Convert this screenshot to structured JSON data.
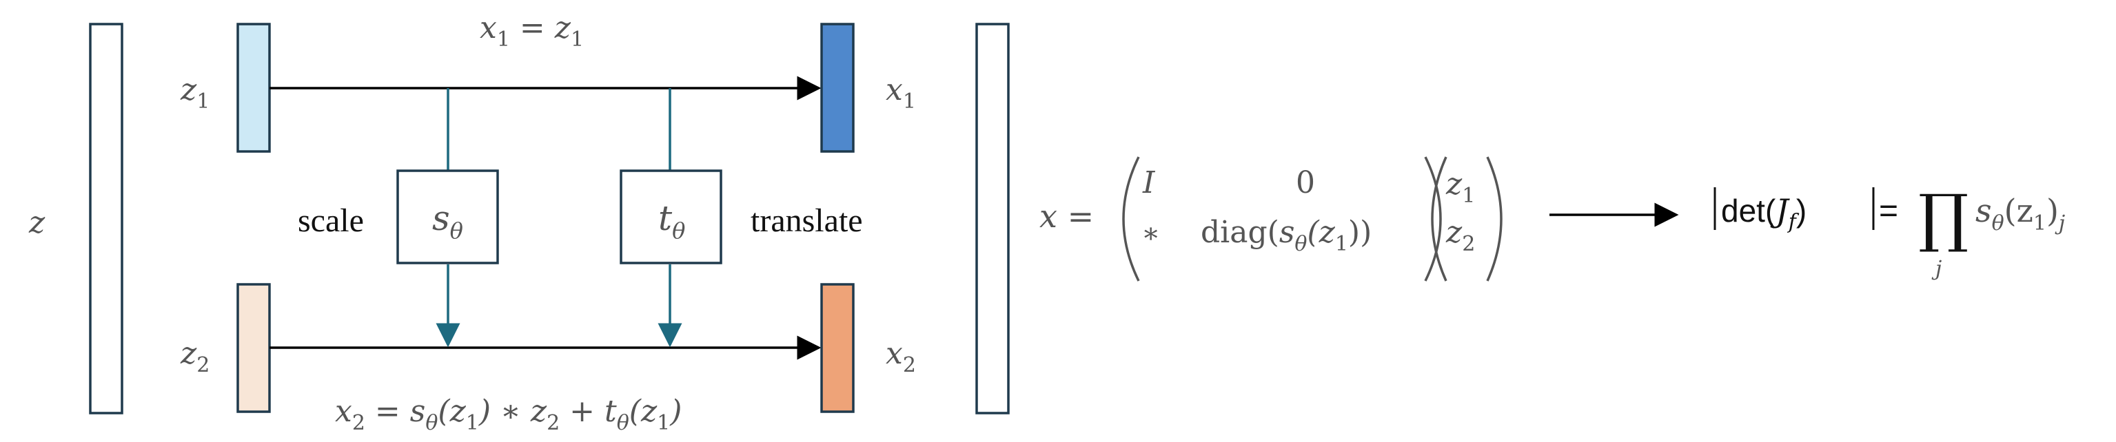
{
  "colors": {
    "z1_fill": "#cde9f6",
    "z2_fill": "#f8e6d7",
    "x1_fill": "#4f88cc",
    "x2_fill": "#eea378",
    "outline": "#1f3a4d",
    "teal": "#1d6a80",
    "text": "#555555"
  },
  "diagram": {
    "z_label": "z",
    "z1_label": "z",
    "z1_sub": "1",
    "z2_label": "z",
    "z2_sub": "2",
    "x1_label": "x",
    "x1_sub": "1",
    "x2_label": "x",
    "x2_sub": "2",
    "top_equation": {
      "lhs": "x",
      "lhs_sub": "1",
      "eq": " = ",
      "rhs": "z",
      "rhs_sub": "1"
    },
    "bottom_equation": {
      "p1": "x",
      "p1_sub": "2",
      "p2": " = s",
      "p2_sub": "θ",
      "p3": "(z",
      "p3_sub": "1",
      "p4": ") ∗ z",
      "p4_sub": "2",
      "p5": " + t",
      "p5_sub": "θ",
      "p6": "(z",
      "p6_sub": "1",
      "p7": ")"
    },
    "scale_label": "scale",
    "translate_label": "translate",
    "s_box": {
      "sym": "s",
      "sub": "θ"
    },
    "t_box": {
      "sym": "t",
      "sub": "θ"
    }
  },
  "matrix_equation": {
    "lhs": "x = ",
    "r1c1": "I",
    "r1c2": "0",
    "r2c1": "∗",
    "r2c2_a": "diag",
    "r2c2_b": "s",
    "r2c2_sub": "θ",
    "r2c2_c": "(z",
    "r2c2_csub": "1",
    "r2c2_d": ")",
    "v1": "z",
    "v1_sub": "1",
    "v2": "z",
    "v2_sub": "2"
  },
  "det_equation": {
    "bar": "|",
    "det": "det",
    "J": "J",
    "J_sub": "f",
    "eq": " = ",
    "prod": "∏",
    "prod_sub": "j",
    "s": "s",
    "s_sub": "θ",
    "arg": "(z",
    "arg_sub": "1",
    "close": ")",
    "close_sub": "j"
  }
}
